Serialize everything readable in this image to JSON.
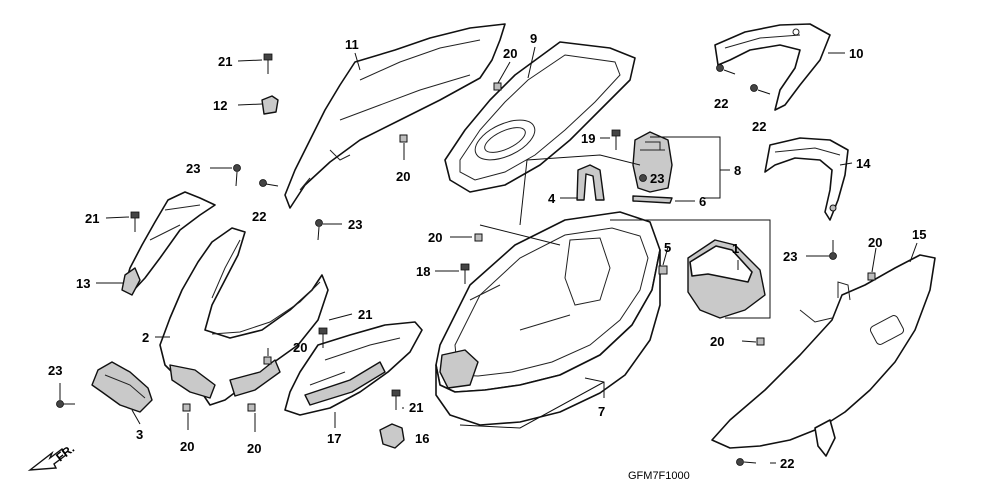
{
  "callouts": {
    "p1": "1",
    "p2": "2",
    "p3": "3",
    "p4": "4",
    "p5": "5",
    "p6": "6",
    "p7": "7",
    "p8": "8",
    "p9": "9",
    "p10": "10",
    "p11": "11",
    "p12": "12",
    "p13": "13",
    "p14": "14",
    "p15": "15",
    "p16": "16",
    "p17": "17",
    "p18": "18",
    "p19": "19",
    "p20": "20",
    "p21": "21",
    "p22": "22",
    "p23": "23"
  },
  "diagram_code": "GFM7F1000",
  "direction_label": "FR."
}
